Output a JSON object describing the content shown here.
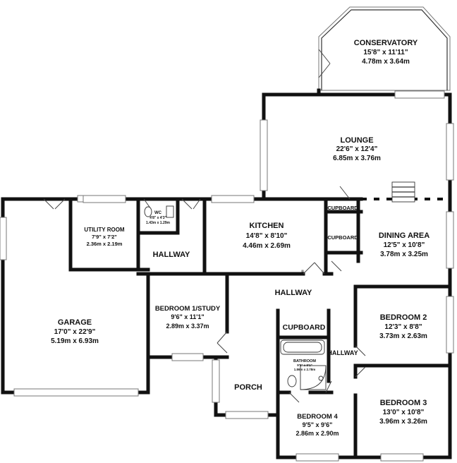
{
  "rooms": {
    "conservatory": {
      "name": "CONSERVATORY",
      "imperial": "15'8\" x 11'11\"",
      "metric": "4.78m x 3.64m"
    },
    "lounge": {
      "name": "LOUNGE",
      "imperial": "22'6\" x 12'4\"",
      "metric": "6.85m x 3.76m"
    },
    "cupboard_upper": {
      "name": "CUPBOARD"
    },
    "cupboard_lower": {
      "name": "CUPBOARD"
    },
    "kitchen": {
      "name": "KITCHEN",
      "imperial": "14'8\" x 8'10\"",
      "metric": "4.46m x 2.69m"
    },
    "dining": {
      "name": "DINING AREA",
      "imperial": "12'5\" x 10'8\"",
      "metric": "3.78m x 3.25m"
    },
    "utility": {
      "name": "UTILITY ROOM",
      "imperial": "7'9\" x 7'2\"",
      "metric": "2.36m x 2.19m"
    },
    "wc": {
      "name": "WC",
      "imperial": "4'8\" x 4'3\"",
      "metric": "1.43m x 1.29m"
    },
    "hallway_small": {
      "name": "HALLWAY"
    },
    "hallway_main": {
      "name": "HALLWAY"
    },
    "hallway_side": {
      "name": "HALLWAY"
    },
    "garage": {
      "name": "GARAGE",
      "imperial": "17'0\" x 22'9\"",
      "metric": "5.19m x 6.93m"
    },
    "bedroom1": {
      "name": "BEDROOM 1/STUDY",
      "imperial": "9'6\" x 11'1\"",
      "metric": "2.89m x 3.37m"
    },
    "cupboard_hall": {
      "name": "CUPBOARD"
    },
    "bedroom2": {
      "name": "BEDROOM 2",
      "imperial": "12'3\" x 8'8\"",
      "metric": "3.73m x 2.63m"
    },
    "bathroom": {
      "name": "BATHROOM",
      "imperial": "9'5\" x 9'1\"",
      "metric": "1.86m x 2.78m"
    },
    "porch": {
      "name": "PORCH"
    },
    "bedroom4": {
      "name": "BEDROOM 4",
      "imperial": "9'5\" x 9'6\"",
      "metric": "2.86m x 2.90m"
    },
    "bedroom3": {
      "name": "BEDROOM 3",
      "imperial": "13'0\" x 10'8\"",
      "metric": "3.96m x 3.26m"
    }
  }
}
